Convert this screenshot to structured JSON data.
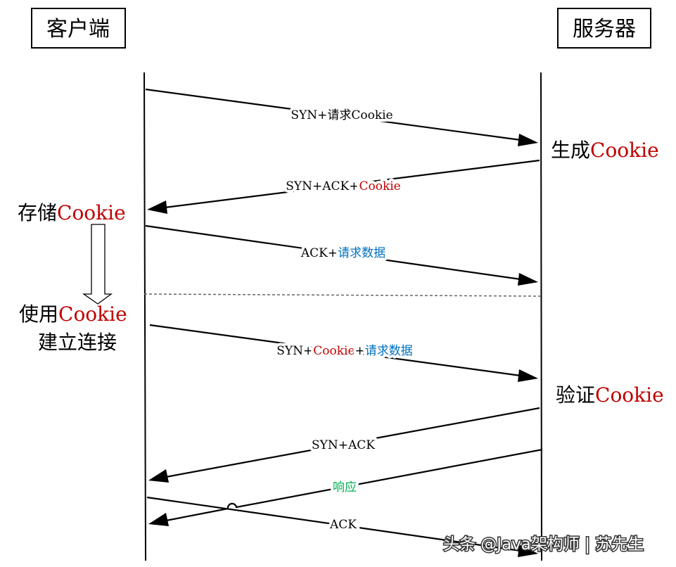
{
  "client": {
    "title": "客户端"
  },
  "server": {
    "title": "服务器"
  },
  "messages": [
    {
      "parts": [
        "SYN+请求Cookie"
      ]
    },
    {
      "parts": [
        "SYN+ACK+",
        "Cookie"
      ]
    },
    {
      "parts": [
        "ACK+",
        "请求数据"
      ]
    },
    {
      "parts": [
        "SYN+",
        "Cookie",
        "+",
        "请求数据"
      ]
    },
    {
      "parts": [
        "SYN+ACK"
      ]
    },
    {
      "parts": [
        "响应"
      ]
    },
    {
      "parts": [
        "ACK"
      ]
    }
  ],
  "notes": {
    "generate": [
      "生成",
      "Cookie"
    ],
    "store": [
      "存储",
      "Cookie"
    ],
    "use": [
      "使用",
      "Cookie"
    ],
    "connect": "建立连接",
    "verify": [
      "验证",
      "Cookie"
    ]
  },
  "watermark": "头条 @Java架构师 | 苏先生",
  "colors": {
    "cookie": "#c00000",
    "data": "#0070c0",
    "response": "#00b050",
    "line": "#000000",
    "divider": "#666666"
  }
}
